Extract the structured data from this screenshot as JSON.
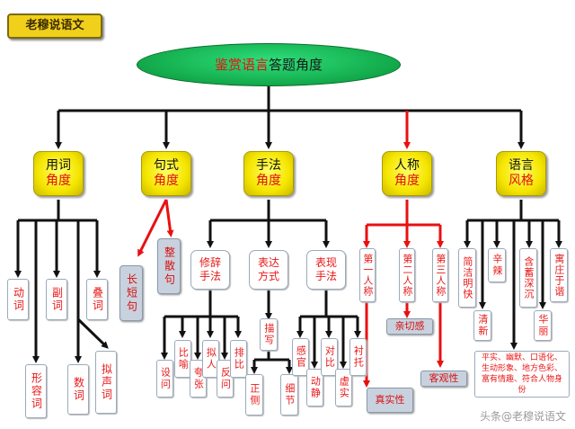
{
  "tag_label": "老穆说语文",
  "root": {
    "red": "鉴赏语言",
    "black": "答题角度"
  },
  "categories": [
    {
      "a": "用词",
      "b": "角度"
    },
    {
      "a": "句式",
      "b": "角度"
    },
    {
      "a": "手法",
      "b": "角度"
    },
    {
      "a": "人称",
      "b": "角度"
    },
    {
      "a": "语言",
      "b": "风格"
    }
  ],
  "yongci": [
    "动词",
    "形容词",
    "副词",
    "数词",
    "叠词",
    "拟声词"
  ],
  "jushi": [
    "长短句",
    "整散句"
  ],
  "shoufa_mid": [
    "修辞手法",
    "表达方式",
    "表现手法"
  ],
  "xiuci": [
    "设问",
    "比喻",
    "夸张",
    "拟人",
    "反问",
    "排比"
  ],
  "biaoda": [
    "描写",
    "正侧",
    "细节"
  ],
  "biaoxian": [
    "感官",
    "动静",
    "对比",
    "虚实",
    "衬托"
  ],
  "renchen": [
    "第一人称",
    "第二人称",
    "第三人称"
  ],
  "renchen_out": [
    "亲切感",
    "客观性",
    "真实性"
  ],
  "fengge": [
    "简洁明快",
    "辛辣",
    "含蓄深沉",
    "寓庄于谐",
    "清新",
    "华丽"
  ],
  "fengge_note": "平实、幽默、口语化、生动形象、地方色彩、富有情趣、符合人物身份",
  "watermark": "头条@老穆说语文"
}
